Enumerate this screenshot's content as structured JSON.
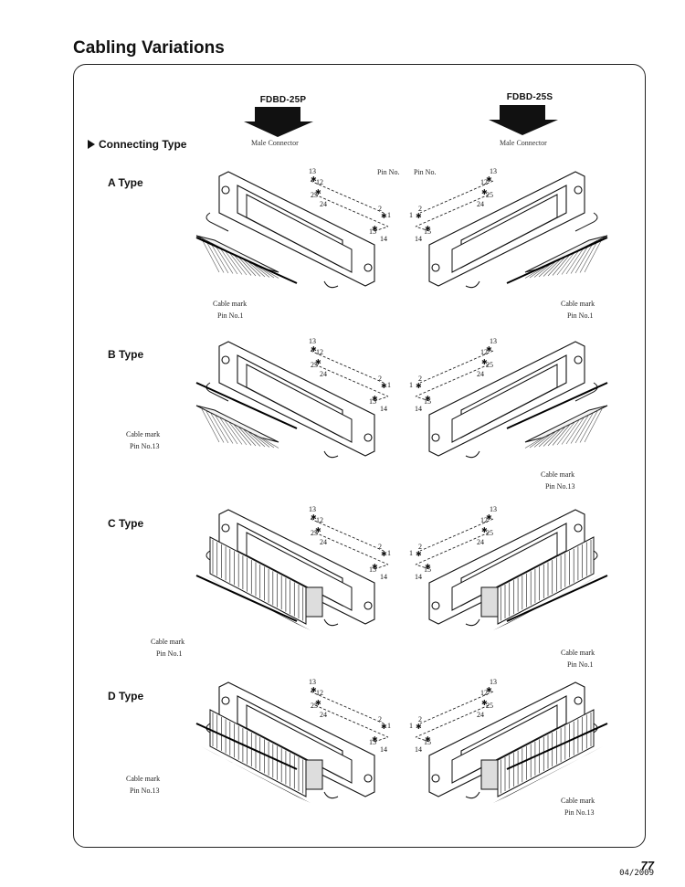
{
  "page": {
    "title": "Cabling Variations",
    "page_number": "77",
    "date": "04/2009"
  },
  "header": {
    "left": {
      "model": "FDBD-25P",
      "caption": "Male Connector"
    },
    "right": {
      "model": "FDBD-25S",
      "caption": "Male Connector"
    },
    "section": "Connecting Type",
    "pin_no": "Pin No."
  },
  "pins": {
    "a": "13",
    "b": "12",
    "c": "25",
    "d": "24",
    "e": "2",
    "f": "1",
    "g": "15",
    "h": "14"
  },
  "types": [
    {
      "label": "A Type",
      "left_mark": "Cable mark",
      "left_pin": "Pin No.1",
      "right_mark": "Cable mark",
      "right_pin": "Pin No.1"
    },
    {
      "label": "B Type",
      "left_mark": "Cable mark",
      "left_pin": "Pin No.13",
      "right_mark": "Cable mark",
      "right_pin": "Pin No.13"
    },
    {
      "label": "C Type",
      "left_mark": "Cable mark",
      "left_pin": "Pin No.1",
      "right_mark": "Cable mark",
      "right_pin": "Pin No.1"
    },
    {
      "label": "D Type",
      "left_mark": "Cable mark",
      "left_pin": "Pin No.13",
      "right_mark": "Cable mark",
      "right_pin": "Pin No.13"
    }
  ]
}
